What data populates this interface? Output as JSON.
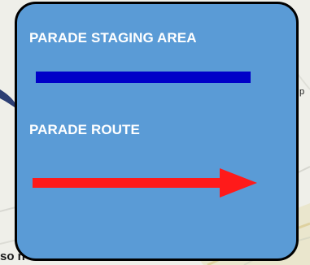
{
  "legend": {
    "items": [
      {
        "label": "PARADE STAGING AREA",
        "symbol": "line",
        "color": "#0000c8"
      },
      {
        "label": "PARADE ROUTE",
        "symbol": "arrow",
        "color": "#ff1a1a"
      }
    ],
    "background_color": "#5a9bd6",
    "border_color": "#000000"
  },
  "map_fragments": {
    "left_label": "so n",
    "right_label": "p"
  }
}
